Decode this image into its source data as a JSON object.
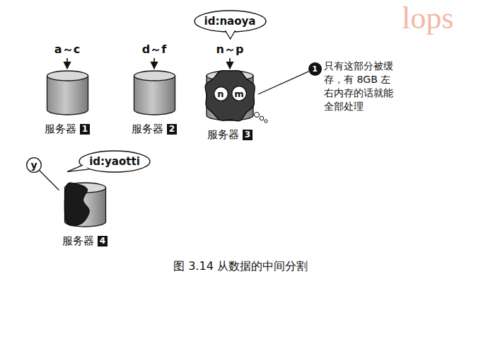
{
  "diagram": {
    "caption": "图 3.14 从数据的中间分割",
    "nodes": [
      {
        "text": [
          "id:naoya"
        ]
      },
      {
        "text": [
          "服务器",
          "1"
        ]
      },
      {
        "text": [
          "服务器",
          "2"
        ]
      },
      {
        "text": [
          "服务器",
          "3"
        ]
      },
      {
        "text": [
          "n"
        ],
        "in": 3
      },
      {
        "text": [
          "m"
        ],
        "in": 3
      },
      {
        "text": [
          "1"
        ]
      },
      {
        "text": [
          "id:yaotti"
        ]
      },
      {
        "text": [
          "y"
        ]
      },
      {
        "text": [
          "服务器",
          "4"
        ]
      }
    ],
    "edges": [
      {
        "from": 3,
        "to": 6,
        "arrow": "none"
      },
      {
        "from": 8,
        "to": 9,
        "arrow": "none"
      }
    ],
    "labels": [
      "lops",
      "a～c",
      "d～f",
      "n～p",
      "只有这部分被缓存，有 8GB 左右内存的话就能全部处理"
    ]
  }
}
